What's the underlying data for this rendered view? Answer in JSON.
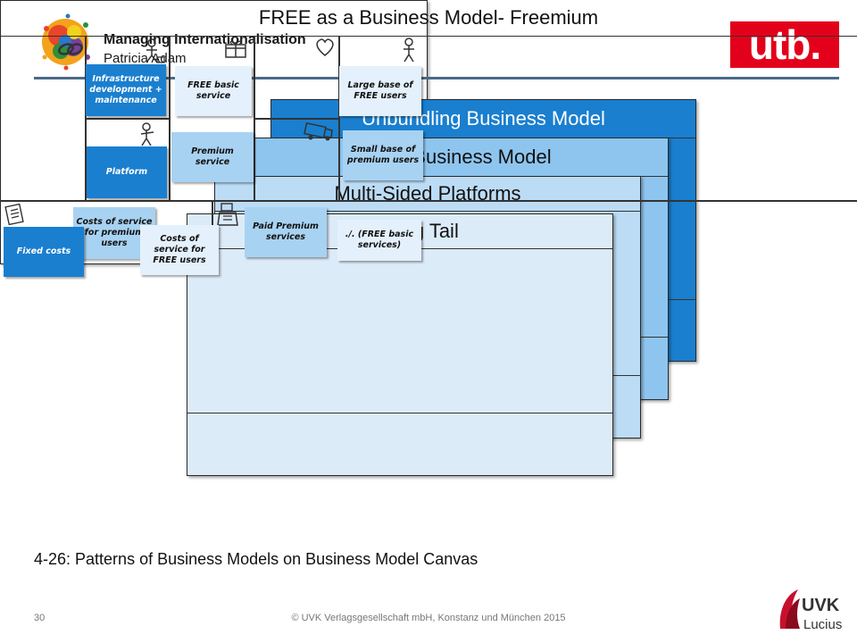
{
  "header": {
    "title": "Managing Internationalisation",
    "subtitle": "Patricia Adam",
    "publisher_logo_text": "utb."
  },
  "canvases": [
    {
      "title": "Unbundling Business Model",
      "color": "#1a7fcf"
    },
    {
      "title": "Open Business Model",
      "color": "#8ec5ef"
    },
    {
      "title": "Multi-Sided Platforms",
      "color": "#bcdcf5"
    },
    {
      "title": "The Long Tail",
      "color": "#dcebf8"
    },
    {
      "title": "FREE as a Business Model- Freemium",
      "color": "#ffffff"
    }
  ],
  "freemium_notes": {
    "infrastructure": "Infrastructure development + maintenance",
    "platform": "Platform",
    "free_basic": "FREE basic service",
    "premium_service": "Premium service",
    "large_base": "Large base of FREE users",
    "small_base": "Small base of premium users",
    "fixed_costs": "Fixed costs",
    "costs_premium": "Costs of service for premium users",
    "costs_free": "Costs of service for FREE users",
    "paid_premium": "Paid Premium services",
    "free_basic_revenue": "./. (FREE basic services)"
  },
  "caption": "4-26: Patterns of Business Models on Business Model Canvas",
  "footer": {
    "page_number": "30",
    "copyright": "© UVK Verlagsgesellschaft mbH, Konstanz und München 2015",
    "logo_text_top": "UVK",
    "logo_text_bottom": "Lucius"
  }
}
